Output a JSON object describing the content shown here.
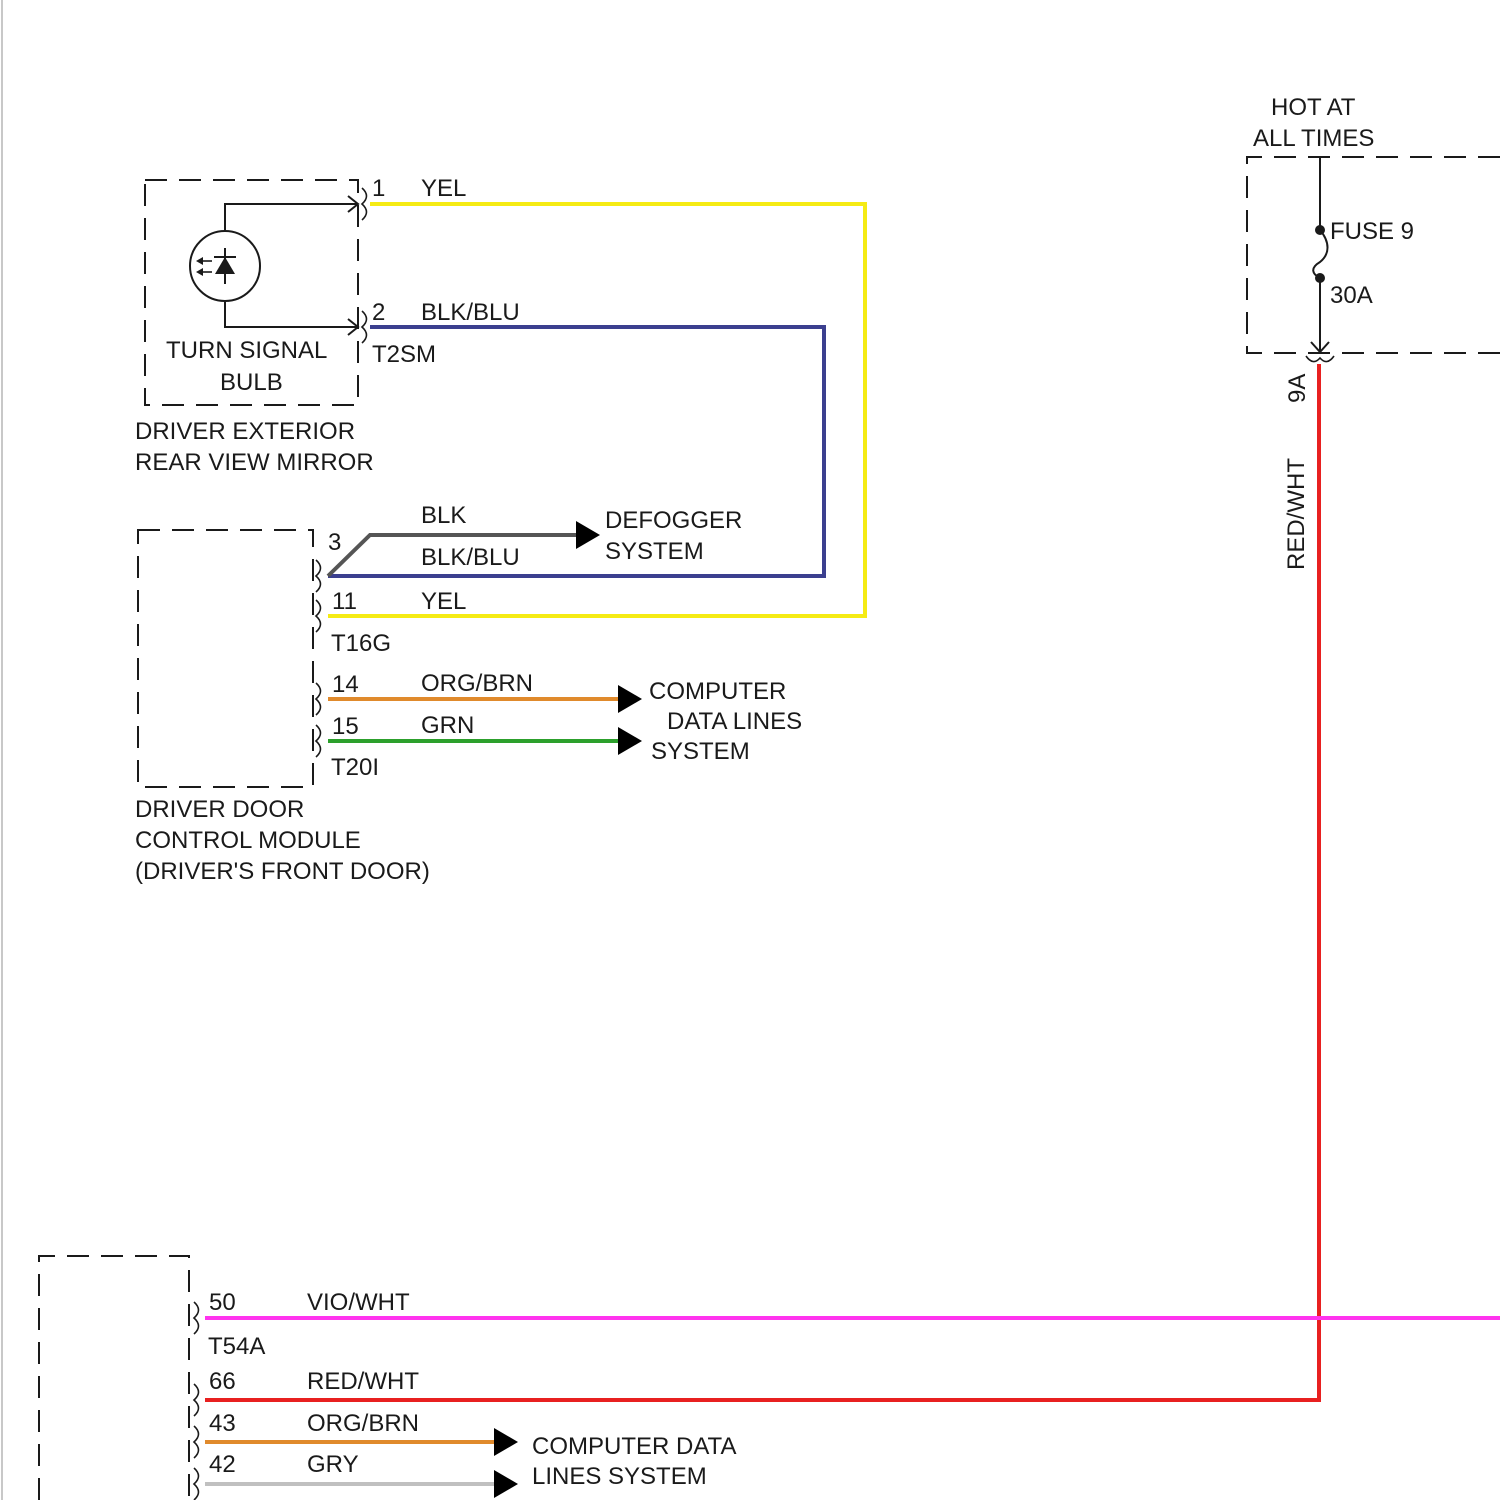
{
  "colors": {
    "yel": "#f5eb14",
    "blk_blu": "#3b3f8f",
    "blk": "#555555",
    "org_brn": "#e08a2c",
    "grn": "#2ca02c",
    "red_wht": "#e82020",
    "vio_wht": "#ff33ee",
    "gry": "#c0c0c0"
  },
  "mirror": {
    "bulb_label_1": "TURN SIGNAL",
    "bulb_label_2": "BULB",
    "title_1": "DRIVER EXTERIOR",
    "title_2": "REAR VIEW MIRROR",
    "connector": "T2SM",
    "pin1": "1",
    "pin2": "2",
    "wire1": "YEL",
    "wire2": "BLK/BLU"
  },
  "module": {
    "title_1": "DRIVER DOOR",
    "title_2": "CONTROL MODULE",
    "title_3": "(DRIVER'S FRONT DOOR)",
    "pin3": "3",
    "pin11": "11",
    "pin14": "14",
    "pin15": "15",
    "connector_a": "T16G",
    "connector_b": "T20I",
    "wire_blk": "BLK",
    "wire_blk_blu": "BLK/BLU",
    "wire_yel": "YEL",
    "wire_org_brn": "ORG/BRN",
    "wire_grn": "GRN"
  },
  "defogger": {
    "line1": "DEFOGGER",
    "line2": "SYSTEM"
  },
  "computer1": {
    "line1": "COMPUTER",
    "line2": "DATA LINES",
    "line3": "SYSTEM"
  },
  "fuse": {
    "hot_1": "HOT AT",
    "hot_2": "ALL TIMES",
    "name": "FUSE 9",
    "rating": "30A",
    "terminal": "9A",
    "wire": "RED/WHT"
  },
  "bottom": {
    "pin50": "50",
    "pin66": "66",
    "pin43": "43",
    "pin42": "42",
    "connector": "T54A",
    "wire50": "VIO/WHT",
    "wire66": "RED/WHT",
    "wire43": "ORG/BRN",
    "wire42": "GRY"
  },
  "computer2": {
    "line1": "COMPUTER DATA",
    "line2": "LINES SYSTEM"
  }
}
